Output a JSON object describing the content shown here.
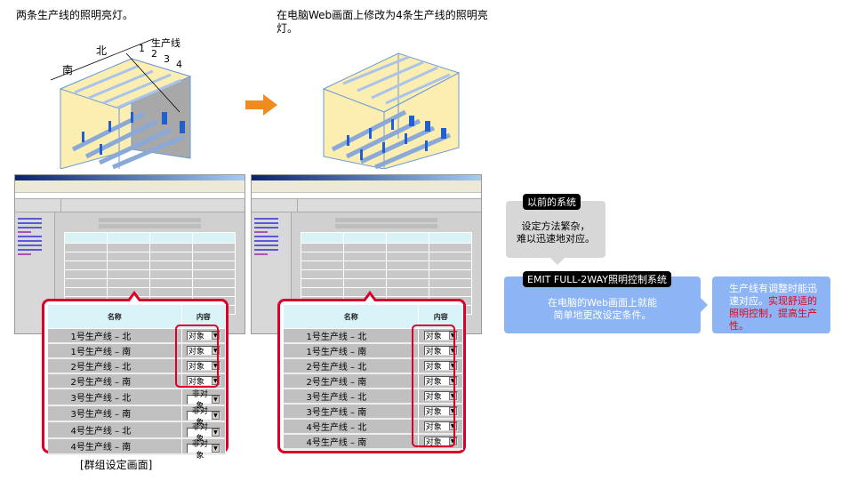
{
  "captions": {
    "before": "两条生产线的照明亮灯。",
    "after": "在电脑Web画面上修改为4条生产线的照明亮灯。",
    "screen_label": "[群组设定画面]"
  },
  "illustration": {
    "north": "北",
    "south": "南",
    "line_label": "生产线",
    "line_numbers": [
      "1",
      "2",
      "3",
      "4"
    ]
  },
  "arrow_icon": "right-arrow-icon",
  "group_table": {
    "headers": {
      "name": "名称",
      "content": "内容"
    },
    "before_rows": [
      {
        "name": "1号生产线 – 北",
        "value": "对象"
      },
      {
        "name": "1号生产线 – 南",
        "value": "对象"
      },
      {
        "name": "2号生产线 – 北",
        "value": "对象"
      },
      {
        "name": "2号生产线 – 南",
        "value": "对象"
      },
      {
        "name": "3号生产线 – 北",
        "value": "非对象"
      },
      {
        "name": "3号生产线 – 南",
        "value": "非对象"
      },
      {
        "name": "4号生产线 – 北",
        "value": "非对象"
      },
      {
        "name": "4号生产线 – 南",
        "value": "非对象"
      }
    ],
    "after_rows": [
      {
        "name": "1号生产线 – 北",
        "value": "对象"
      },
      {
        "name": "1号生产线 – 南",
        "value": "对象"
      },
      {
        "name": "2号生产线 – 北",
        "value": "对象"
      },
      {
        "name": "2号生产线 – 南",
        "value": "对象"
      },
      {
        "name": "3号生产线 – 北",
        "value": "对象"
      },
      {
        "name": "3号生产线 – 南",
        "value": "对象"
      },
      {
        "name": "4号生产线 – 北",
        "value": "对象"
      },
      {
        "name": "4号生产线 – 南",
        "value": "对象"
      }
    ]
  },
  "flow": {
    "old_system": {
      "tag": "以前的系统",
      "text_line1": "设定方法繁杂，",
      "text_line2": "难以迅速地对应。"
    },
    "new_system": {
      "tag": "EMIT FULL-2WAY照明控制系统",
      "text_line1": "在电脑的Web画面上就能",
      "text_line2": "简单地更改设定条件。"
    },
    "result": {
      "white_text": "生产线有调整时能迅速对应。",
      "red_text": "实现舒适的照明控制，提高生产性。"
    }
  },
  "colors": {
    "highlight_red": "#d9002a",
    "box_blue": "#8db4f5",
    "box_gray": "#d7d7d7",
    "arrow_orange": "#f08c1e",
    "room_yellow": "#fbeeb0"
  }
}
